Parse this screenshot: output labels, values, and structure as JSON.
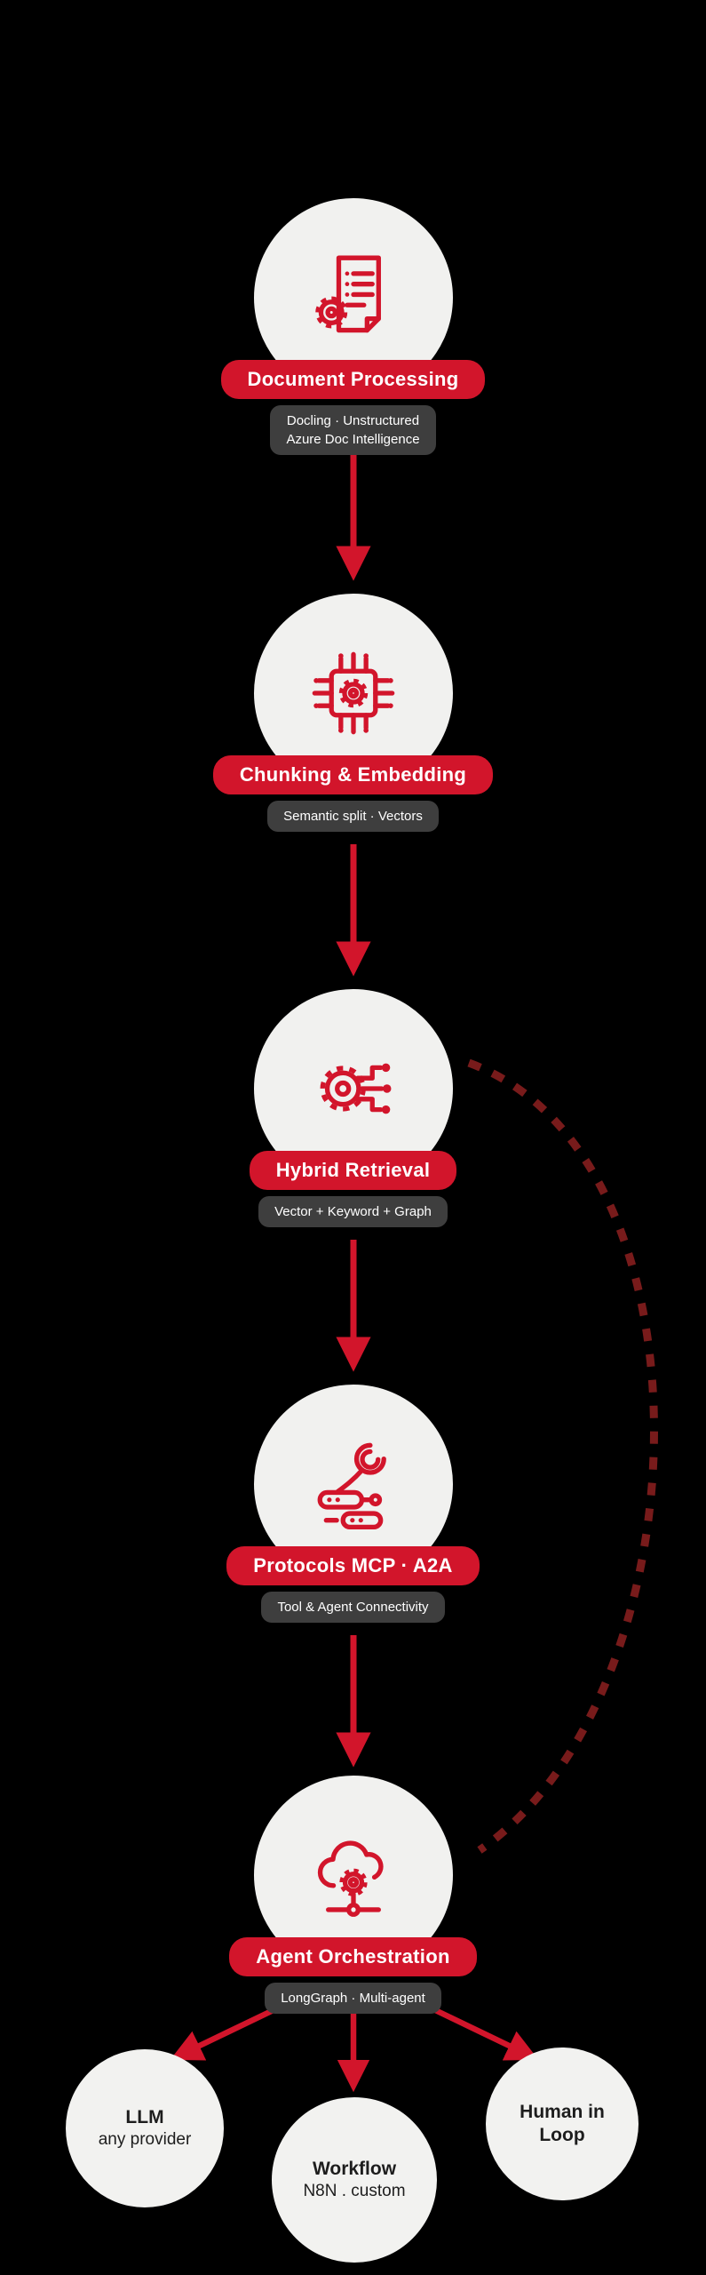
{
  "colors": {
    "background": "#000000",
    "accent_red": "#d2152b",
    "loop_red": "#7e1c1c",
    "bubble_bg": "#f1f1ef",
    "sub_pill_bg": "#3e3e3e",
    "pill_text": "#ffffff",
    "output_circle_bg": "#f2f2f0",
    "output_text": "#1d1d1d"
  },
  "stages": [
    {
      "title": "Document Processing",
      "subtitle_lines": [
        "Docling · Unstructured",
        "Azure Doc Intelligence"
      ],
      "icon": "document-gear-icon"
    },
    {
      "title": "Chunking & Embedding",
      "subtitle_lines": [
        "Semantic split · Vectors"
      ],
      "icon": "chip-gear-icon"
    },
    {
      "title": "Hybrid Retrieval",
      "subtitle_lines": [
        "Vector + Keyword + Graph"
      ],
      "icon": "gear-network-icon"
    },
    {
      "title": "Protocols MCP · A2A",
      "subtitle_lines": [
        "Tool & Agent Connectivity"
      ],
      "icon": "robot-arm-icon"
    },
    {
      "title": "Agent Orchestration",
      "subtitle_lines": [
        "LongGraph · Multi-agent"
      ],
      "icon": "cloud-gear-icon"
    }
  ],
  "outputs": [
    {
      "bold": "LLM",
      "normal": "any provider"
    },
    {
      "bold": "Workflow",
      "normal": "N8N . custom"
    },
    {
      "bold": "Human in Loop",
      "normal": ""
    }
  ]
}
